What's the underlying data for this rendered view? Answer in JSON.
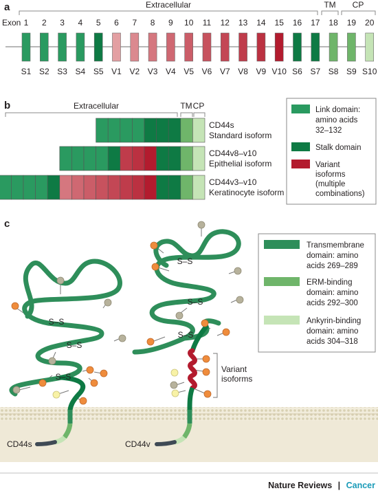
{
  "colors": {
    "link": "#2a9a60",
    "stalk": "#0e7a44",
    "variant": "#b31b2e",
    "transmembrane": "#2e8e5a",
    "erm": "#6fb56a",
    "ankyrin": "#c5e4b6",
    "footer_subject": "#1a9bb8"
  },
  "panel_a": {
    "letter": "a",
    "region_extracellular": "Extracellular",
    "region_tm": "TM",
    "region_cp": "CP",
    "exon_prefix": "Exon",
    "exons": [
      {
        "number": "1",
        "name": "S1",
        "type": "link"
      },
      {
        "number": "2",
        "name": "S2",
        "type": "link"
      },
      {
        "number": "3",
        "name": "S3",
        "type": "link"
      },
      {
        "number": "4",
        "name": "S4",
        "type": "link"
      },
      {
        "number": "5",
        "name": "S5",
        "type": "stalk"
      },
      {
        "number": "6",
        "name": "V1",
        "type": "variant",
        "intensity": 0.28
      },
      {
        "number": "7",
        "name": "V2",
        "type": "variant",
        "intensity": 0.4
      },
      {
        "number": "8",
        "name": "V3",
        "type": "variant",
        "intensity": 0.5
      },
      {
        "number": "9",
        "name": "V4",
        "type": "variant",
        "intensity": 0.58
      },
      {
        "number": "10",
        "name": "V5",
        "type": "variant",
        "intensity": 0.64
      },
      {
        "number": "11",
        "name": "V6",
        "type": "variant",
        "intensity": 0.7
      },
      {
        "number": "12",
        "name": "V7",
        "type": "variant",
        "intensity": 0.76
      },
      {
        "number": "13",
        "name": "V8",
        "type": "variant",
        "intensity": 0.82
      },
      {
        "number": "14",
        "name": "V9",
        "type": "variant",
        "intensity": 0.88
      },
      {
        "number": "15",
        "name": "V10",
        "type": "variant",
        "intensity": 1.0
      },
      {
        "number": "16",
        "name": "S6",
        "type": "stalk"
      },
      {
        "number": "17",
        "name": "S7",
        "type": "stalk"
      },
      {
        "number": "18",
        "name": "S8",
        "type": "transmembrane"
      },
      {
        "number": "19",
        "name": "S9",
        "type": "erm"
      },
      {
        "number": "20",
        "name": "S10",
        "type": "ankyrin"
      }
    ]
  },
  "panel_b": {
    "letter": "b",
    "region_extracellular": "Extracellular",
    "region_tm": "TM",
    "region_cp": "CP",
    "isoforms": [
      {
        "line1": "CD44s",
        "line2": "Standard isoform",
        "blocks": [
          "link",
          "link",
          "link",
          "link",
          "stalk",
          "stalk",
          "stalk",
          "erm",
          "ankyrin"
        ]
      },
      {
        "line1": "CD44v8–v10",
        "line2": "Epithelial isoform",
        "blocks": [
          "link",
          "link",
          "link",
          "link",
          "stalk",
          "v8",
          "v9",
          "v10",
          "stalk",
          "stalk",
          "erm",
          "ankyrin"
        ]
      },
      {
        "line1": "CD44v3–v10",
        "line2": "Keratinocyte isoform",
        "blocks": [
          "link",
          "link",
          "link",
          "link",
          "stalk",
          "v3",
          "v4",
          "v5",
          "v6",
          "v7",
          "v8",
          "v9",
          "v10",
          "stalk",
          "stalk",
          "erm",
          "ankyrin"
        ]
      }
    ],
    "legend": [
      {
        "lines": [
          "Link domain:",
          "amino acids",
          "32–132"
        ],
        "color_key": "link"
      },
      {
        "lines": [
          "Stalk domain"
        ],
        "color_key": "stalk"
      },
      {
        "lines": [
          "Variant",
          "isoforms",
          "(multiple",
          "combinations)"
        ],
        "color_key": "variant"
      }
    ]
  },
  "panel_c": {
    "letter": "c",
    "disulfide_label": "S–S",
    "left_label": "CD44s",
    "right_label": "CD44v",
    "variant_label_line1": "Variant",
    "variant_label_line2": "isoforms",
    "legend": [
      {
        "lines": [
          "Transmembrane",
          "domain: amino",
          "acids 269–289"
        ],
        "color_key": "transmembrane"
      },
      {
        "lines": [
          "ERM-binding",
          "domain: amino",
          "acids 292–300"
        ],
        "color_key": "erm"
      },
      {
        "lines": [
          "Ankyrin-binding",
          "domain: amino",
          "acids 304–318"
        ],
        "color_key": "ankyrin"
      }
    ]
  },
  "footer": {
    "journal": "Nature Reviews",
    "separator": "|",
    "subject": "Cancer"
  }
}
